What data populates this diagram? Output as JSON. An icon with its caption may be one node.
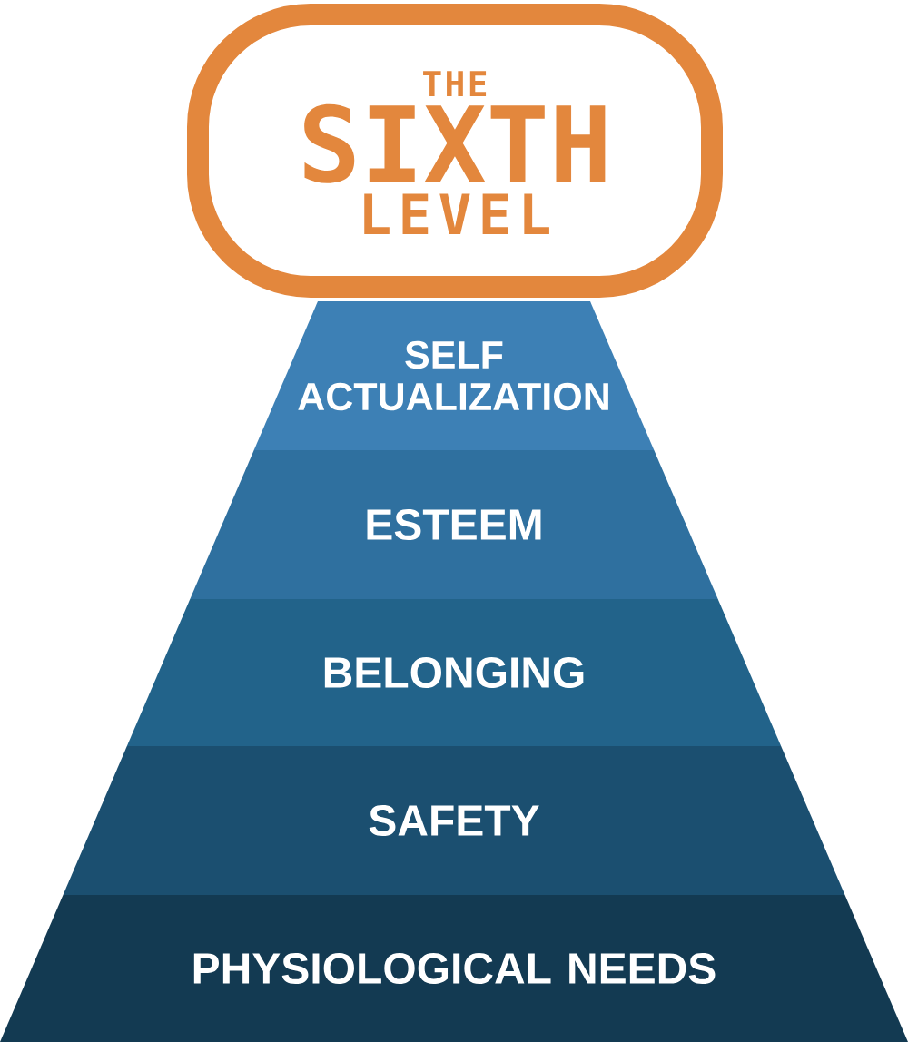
{
  "diagram": {
    "nodes": [
      {
        "text": [
          "THE",
          "SIXTH",
          "LEVEL"
        ]
      },
      {
        "text": [
          "SELF ACTUALIZATION"
        ]
      },
      {
        "text": [
          "ESTEEM"
        ]
      },
      {
        "text": [
          "BELONGING"
        ]
      },
      {
        "text": [
          "SAFETY"
        ]
      },
      {
        "text": [
          "PHYSIOLOGICAL NEEDS"
        ]
      }
    ]
  }
}
